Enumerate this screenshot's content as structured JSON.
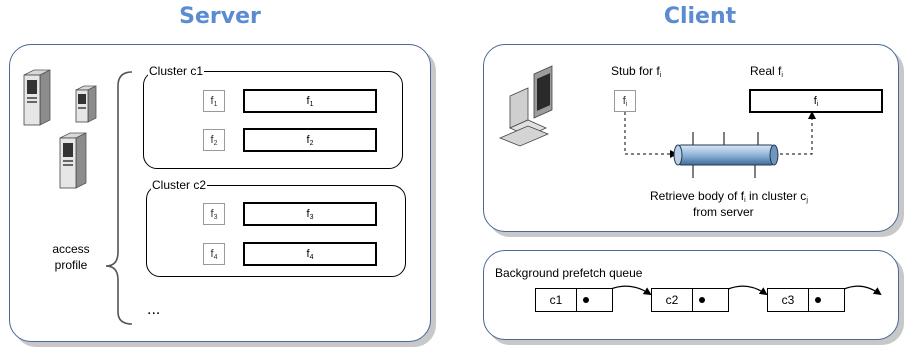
{
  "headings": {
    "server": "Server",
    "client": "Client"
  },
  "server": {
    "clusters": [
      {
        "label": "Cluster c1",
        "files": [
          {
            "stub": "f",
            "stub_sub": "1",
            "file": "f",
            "file_sub": "1"
          },
          {
            "stub": "f",
            "stub_sub": "2",
            "file": "f",
            "file_sub": "2"
          }
        ]
      },
      {
        "label": "Cluster c2",
        "files": [
          {
            "stub": "f",
            "stub_sub": "3",
            "file": "f",
            "file_sub": "3"
          },
          {
            "stub": "f",
            "stub_sub": "4",
            "file": "f",
            "file_sub": "4"
          }
        ]
      }
    ],
    "more": "...",
    "access_profile": [
      "access",
      "profile"
    ],
    "icons": [
      "server-tower-icon",
      "server-small-icon",
      "server-tower-icon"
    ]
  },
  "client": {
    "stub_caption": "Stub for f",
    "stub_caption_sub": "i",
    "real_caption": "Real f",
    "real_caption_sub": "i",
    "stub_box": "f",
    "stub_box_sub": "i",
    "real_box": "f",
    "real_box_sub": "i",
    "retrieve_a": "Retrieve  body of f",
    "retrieve_a_sub": "i",
    "retrieve_b": " in cluster c",
    "retrieve_b_sub": "j",
    "retrieve_line2": "from server",
    "icons": [
      "desktop-computer-icon",
      "pipe-icon"
    ]
  },
  "queue": {
    "title": "Background prefetch queue",
    "items": [
      "c1",
      "c2",
      "c3"
    ]
  },
  "colors": {
    "heading": "#5b8bd1",
    "panel_border": "#4a6896",
    "pipe": "#8fb5d9"
  }
}
